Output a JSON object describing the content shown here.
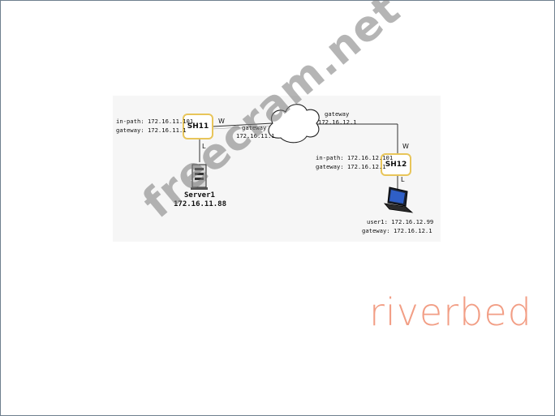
{
  "diagram": {
    "sh11": {
      "label": "SH11",
      "inpath_label": "in-path: 172.16.11.101",
      "gateway_label": "gateway: 172.16.11.1",
      "port_w": "W",
      "port_l": "L"
    },
    "sh12": {
      "label": "SH12",
      "inpath_label": "in-path: 172.16.12.101",
      "gateway_label": "gateway: 172.16.12.1",
      "port_w": "W",
      "port_l": "L"
    },
    "cloud_left": {
      "line1": "gateway",
      "line2": "172.16.11.1"
    },
    "cloud_right": {
      "line1": "gateway",
      "line2": "172.16.12.1"
    },
    "server": {
      "name": "Server1",
      "ip": "172.16.11.88"
    },
    "user": {
      "line1": "user1: 172.16.12.99",
      "line2": "gateway: 172.16.12.1"
    }
  },
  "watermark": "freecram.net",
  "logo": "riverbed",
  "colors": {
    "logo": "#f29e85",
    "frame": "#6f7f8e",
    "steelhead_border": "#e8c55a"
  }
}
